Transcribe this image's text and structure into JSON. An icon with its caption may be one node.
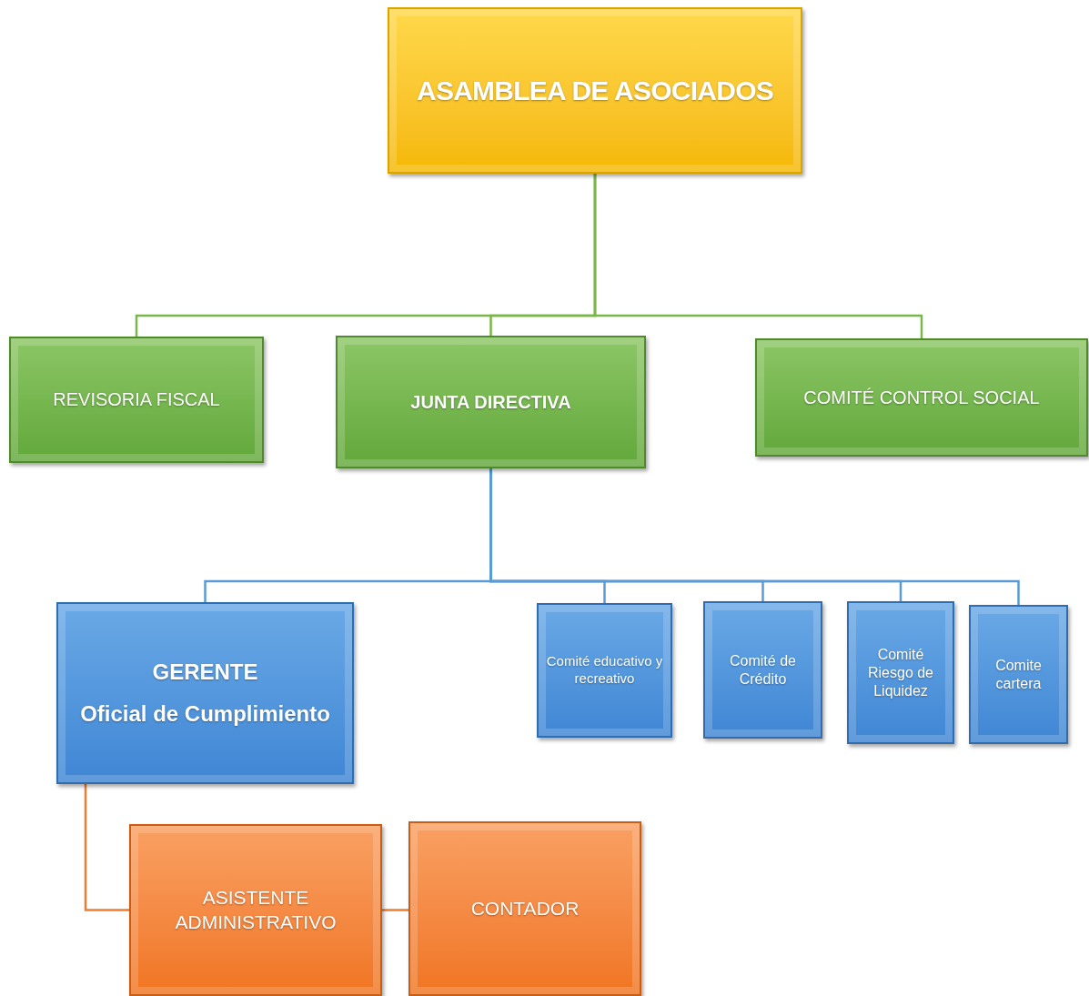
{
  "diagram": {
    "nodes": [
      {
        "text": [
          "ASAMBLEA DE ASOCIADOS"
        ]
      },
      {
        "text": [
          "REVISORIA FISCAL"
        ]
      },
      {
        "text": [
          "JUNTA DIRECTIVA"
        ]
      },
      {
        "text": [
          "COMITÉ CONTROL SOCIAL"
        ]
      },
      {
        "text": [
          "GERENTE",
          "Oficial de Cumplimiento"
        ]
      },
      {
        "text": [
          "Comité educativo y recreativo"
        ]
      },
      {
        "text": [
          "Comité de Crédito"
        ]
      },
      {
        "text": [
          "Comité Riesgo de Liquidez"
        ]
      },
      {
        "text": [
          "Comite cartera"
        ]
      },
      {
        "text": [
          "ASISTENTE ADMINISTRATIVO"
        ]
      },
      {
        "text": [
          "CONTADOR"
        ]
      }
    ],
    "edges": [
      {
        "from": 0,
        "to": 1,
        "arrow": "none",
        "color": "#7ab648"
      },
      {
        "from": 0,
        "to": 2,
        "arrow": "none",
        "color": "#7ab648"
      },
      {
        "from": 0,
        "to": 3,
        "arrow": "none",
        "color": "#7ab648"
      },
      {
        "from": 2,
        "to": 4,
        "arrow": "none"
      },
      {
        "from": 2,
        "to": 5,
        "arrow": "none"
      },
      {
        "from": 2,
        "to": 6,
        "arrow": "none"
      },
      {
        "from": 2,
        "to": 7,
        "arrow": "none"
      },
      {
        "from": 2,
        "to": 8,
        "arrow": "none"
      },
      {
        "from": 4,
        "to": 9,
        "arrow": "none",
        "color": "#ed7d31"
      },
      {
        "from": 9,
        "to": 10,
        "arrow": "none",
        "color": "#ed7d31"
      }
    ]
  }
}
